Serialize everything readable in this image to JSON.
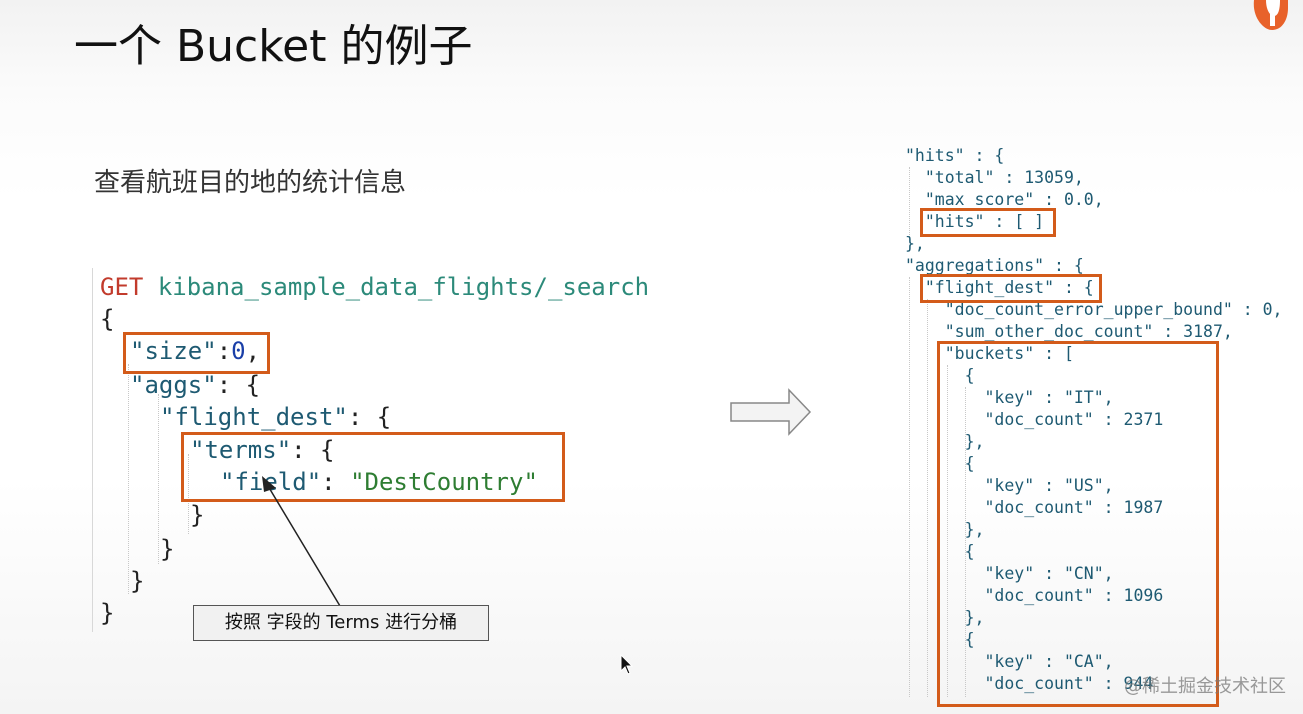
{
  "slide": {
    "title": "一个 Bucket 的例子",
    "subtitle": "查看航班目的地的统计信息",
    "logo_icon": "geek-time-logo-icon",
    "accent_color": "#d35b1a"
  },
  "request": {
    "method": "GET",
    "path": "kibana_sample_data_flights/_search",
    "lines": [
      {
        "open": "{"
      },
      {
        "key": "\"size\"",
        "sep": ":",
        "value": "0",
        "tail": ","
      },
      {
        "key": "\"aggs\"",
        "sep": ": {"
      },
      {
        "key": "\"flight_dest\"",
        "sep": ": {"
      },
      {
        "key": "\"terms\"",
        "sep": ": {"
      },
      {
        "key": "\"field\"",
        "sep": ": ",
        "value": "\"DestCountry\""
      },
      {
        "close": "}"
      },
      {
        "close": "}"
      },
      {
        "close": "}"
      },
      {
        "close": "}"
      }
    ]
  },
  "annotation": {
    "note": "按照 字段的 Terms 进行分桶"
  },
  "response": {
    "lines": [
      "\"hits\" : {",
      "  \"total\" : 13059,",
      "  \"max_score\" : 0.0,",
      "  \"hits\" : [ ]",
      "},",
      "\"aggregations\" : {",
      "  \"flight_dest\" : {",
      "    \"doc_count_error_upper_bound\" : 0,",
      "    \"sum_other_doc_count\" : 3187,",
      "    \"buckets\" : [",
      "      {",
      "        \"key\" : \"IT\",",
      "        \"doc_count\" : 2371",
      "      },",
      "      {",
      "        \"key\" : \"US\",",
      "        \"doc_count\" : 1987",
      "      },",
      "      {",
      "        \"key\" : \"CN\",",
      "        \"doc_count\" : 1096",
      "      },",
      "      {",
      "        \"key\" : \"CA\",",
      "        \"doc_count\" : 944"
    ]
  },
  "watermark": "@稀土掘金技术社区"
}
